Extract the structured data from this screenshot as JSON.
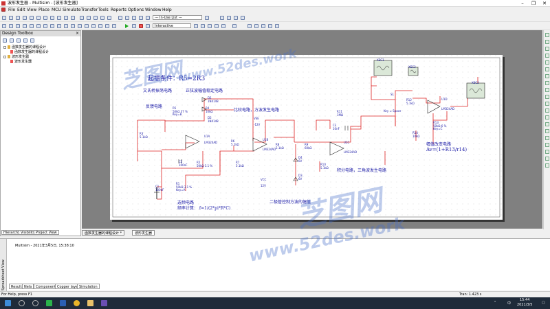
{
  "window": {
    "title": "波形发生器 - Multisim - [波形发生器]",
    "buttons": {
      "min": "–",
      "max": "❐",
      "close": "✕"
    }
  },
  "menu": [
    "File",
    "Edit",
    "View",
    "Place",
    "MCU",
    "Simulate",
    "Transfer",
    "Tools",
    "Reports",
    "Options",
    "Window",
    "Help"
  ],
  "toolbar": {
    "inuse_list": "--- In-Use List ---",
    "interactive": "Interactive"
  },
  "toolbox": {
    "title": "Design Toolbox",
    "close": "×",
    "tree": [
      "函数发生器的课程设计",
      "函数发生器的课程设计",
      "波形发生器",
      "波形发生器"
    ],
    "tabs": [
      "Hierarchy",
      "Visibility",
      "Project View"
    ]
  },
  "sheet_tabs": [
    "函数发生器的课程设计 *",
    "波形发生器"
  ],
  "schematic": {
    "labels": {
      "start_cond": "起振条件：R5=2R3",
      "wien": "文氏桥振荡电路",
      "amp_limit": "正弦波幅值稳定电路",
      "feedback": "反馈电路",
      "comparator": "比较电路，方波发生电路",
      "integrator": "积分电路，三角波发生电路",
      "amplitude": "幅值改变电路",
      "av_formula": "Av=(1+R13/r14)",
      "freq_select": "选频电路",
      "freq_calc": "频率计算： f=1/(2*pi*R*C)",
      "diode_ctrl": "二极管控制方波的幅值"
    },
    "components": {
      "XSC1": "XSC1",
      "XSC3": "XSC3",
      "XSC2": "XSC2",
      "S1": "S1",
      "S1_key": "Key = Space",
      "D1": "D1",
      "D1_part": "1N4148",
      "D2": "D2",
      "D2_part": "1N4148",
      "R4": "R4",
      "R4_val": "10kΩ",
      "R5": "R5",
      "R5_val": "50kΩ",
      "R5_pct": "37 %",
      "R5_key": "Key=B",
      "R3": "R3",
      "R3_val": "5.1kΩ",
      "U1A": "U1A",
      "U1A_part": "LM324AD",
      "C2": "C2",
      "C2_val": "100nF",
      "R2": "R2",
      "R2_val": "50kΩ",
      "R2_pct": "3.1 %",
      "C1": "C1",
      "C1_val": "100nF",
      "R1": "R1",
      "R1_val": "50kΩ",
      "R1_pct": "3.1 %",
      "R1_key": "Key=A",
      "R6": "R6",
      "R6_val": "5.1kΩ",
      "R7": "R7",
      "R7_val": "5.1kΩ",
      "VEE": "VEE",
      "VEE_val": "-12V",
      "VCC": "VCC",
      "VCC_val": "12V",
      "U1B": "U1B",
      "U1B_part": "LM324AD",
      "R8": "R8",
      "R8_val": "5.1kΩ",
      "R9": "R9",
      "R9_val": "60kΩ",
      "D4": "D4",
      "D4_val": "6V",
      "D3": "D3",
      "D3_val": "6V",
      "R11": "R11",
      "R11_val": "1MΩ",
      "C3": "C3",
      "C3_val": "10nF",
      "U1C": "U1C",
      "U1C_part": "LM324AD",
      "R10": "R10",
      "R10_val": "5.1kΩ",
      "R12": "R12",
      "R12_val": "5.1kΩ",
      "U1D": "U1D",
      "U1D_part": "LM324AD",
      "R13": "R13",
      "R13_val": "50kΩ",
      "R13_pct": "6 %",
      "R13_key": "Key=C",
      "R14": "R14",
      "R14_val": "10kΩ"
    }
  },
  "spreadsheet": {
    "side_label": "Spreadsheet View",
    "log": "Multisim  -  2021年3月5日, 15:38:10",
    "tabs": [
      "Results",
      "Nets",
      "Components",
      "Copper layers",
      "Simulation"
    ]
  },
  "status": {
    "help": "For Help, press F1",
    "tran": "Tran: 1.423 s"
  },
  "taskbar": {
    "time": "15:44",
    "date": "2021/3/5",
    "ime": "中"
  },
  "watermark": {
    "brand": "芝图网",
    "url": "www.52des.work"
  }
}
